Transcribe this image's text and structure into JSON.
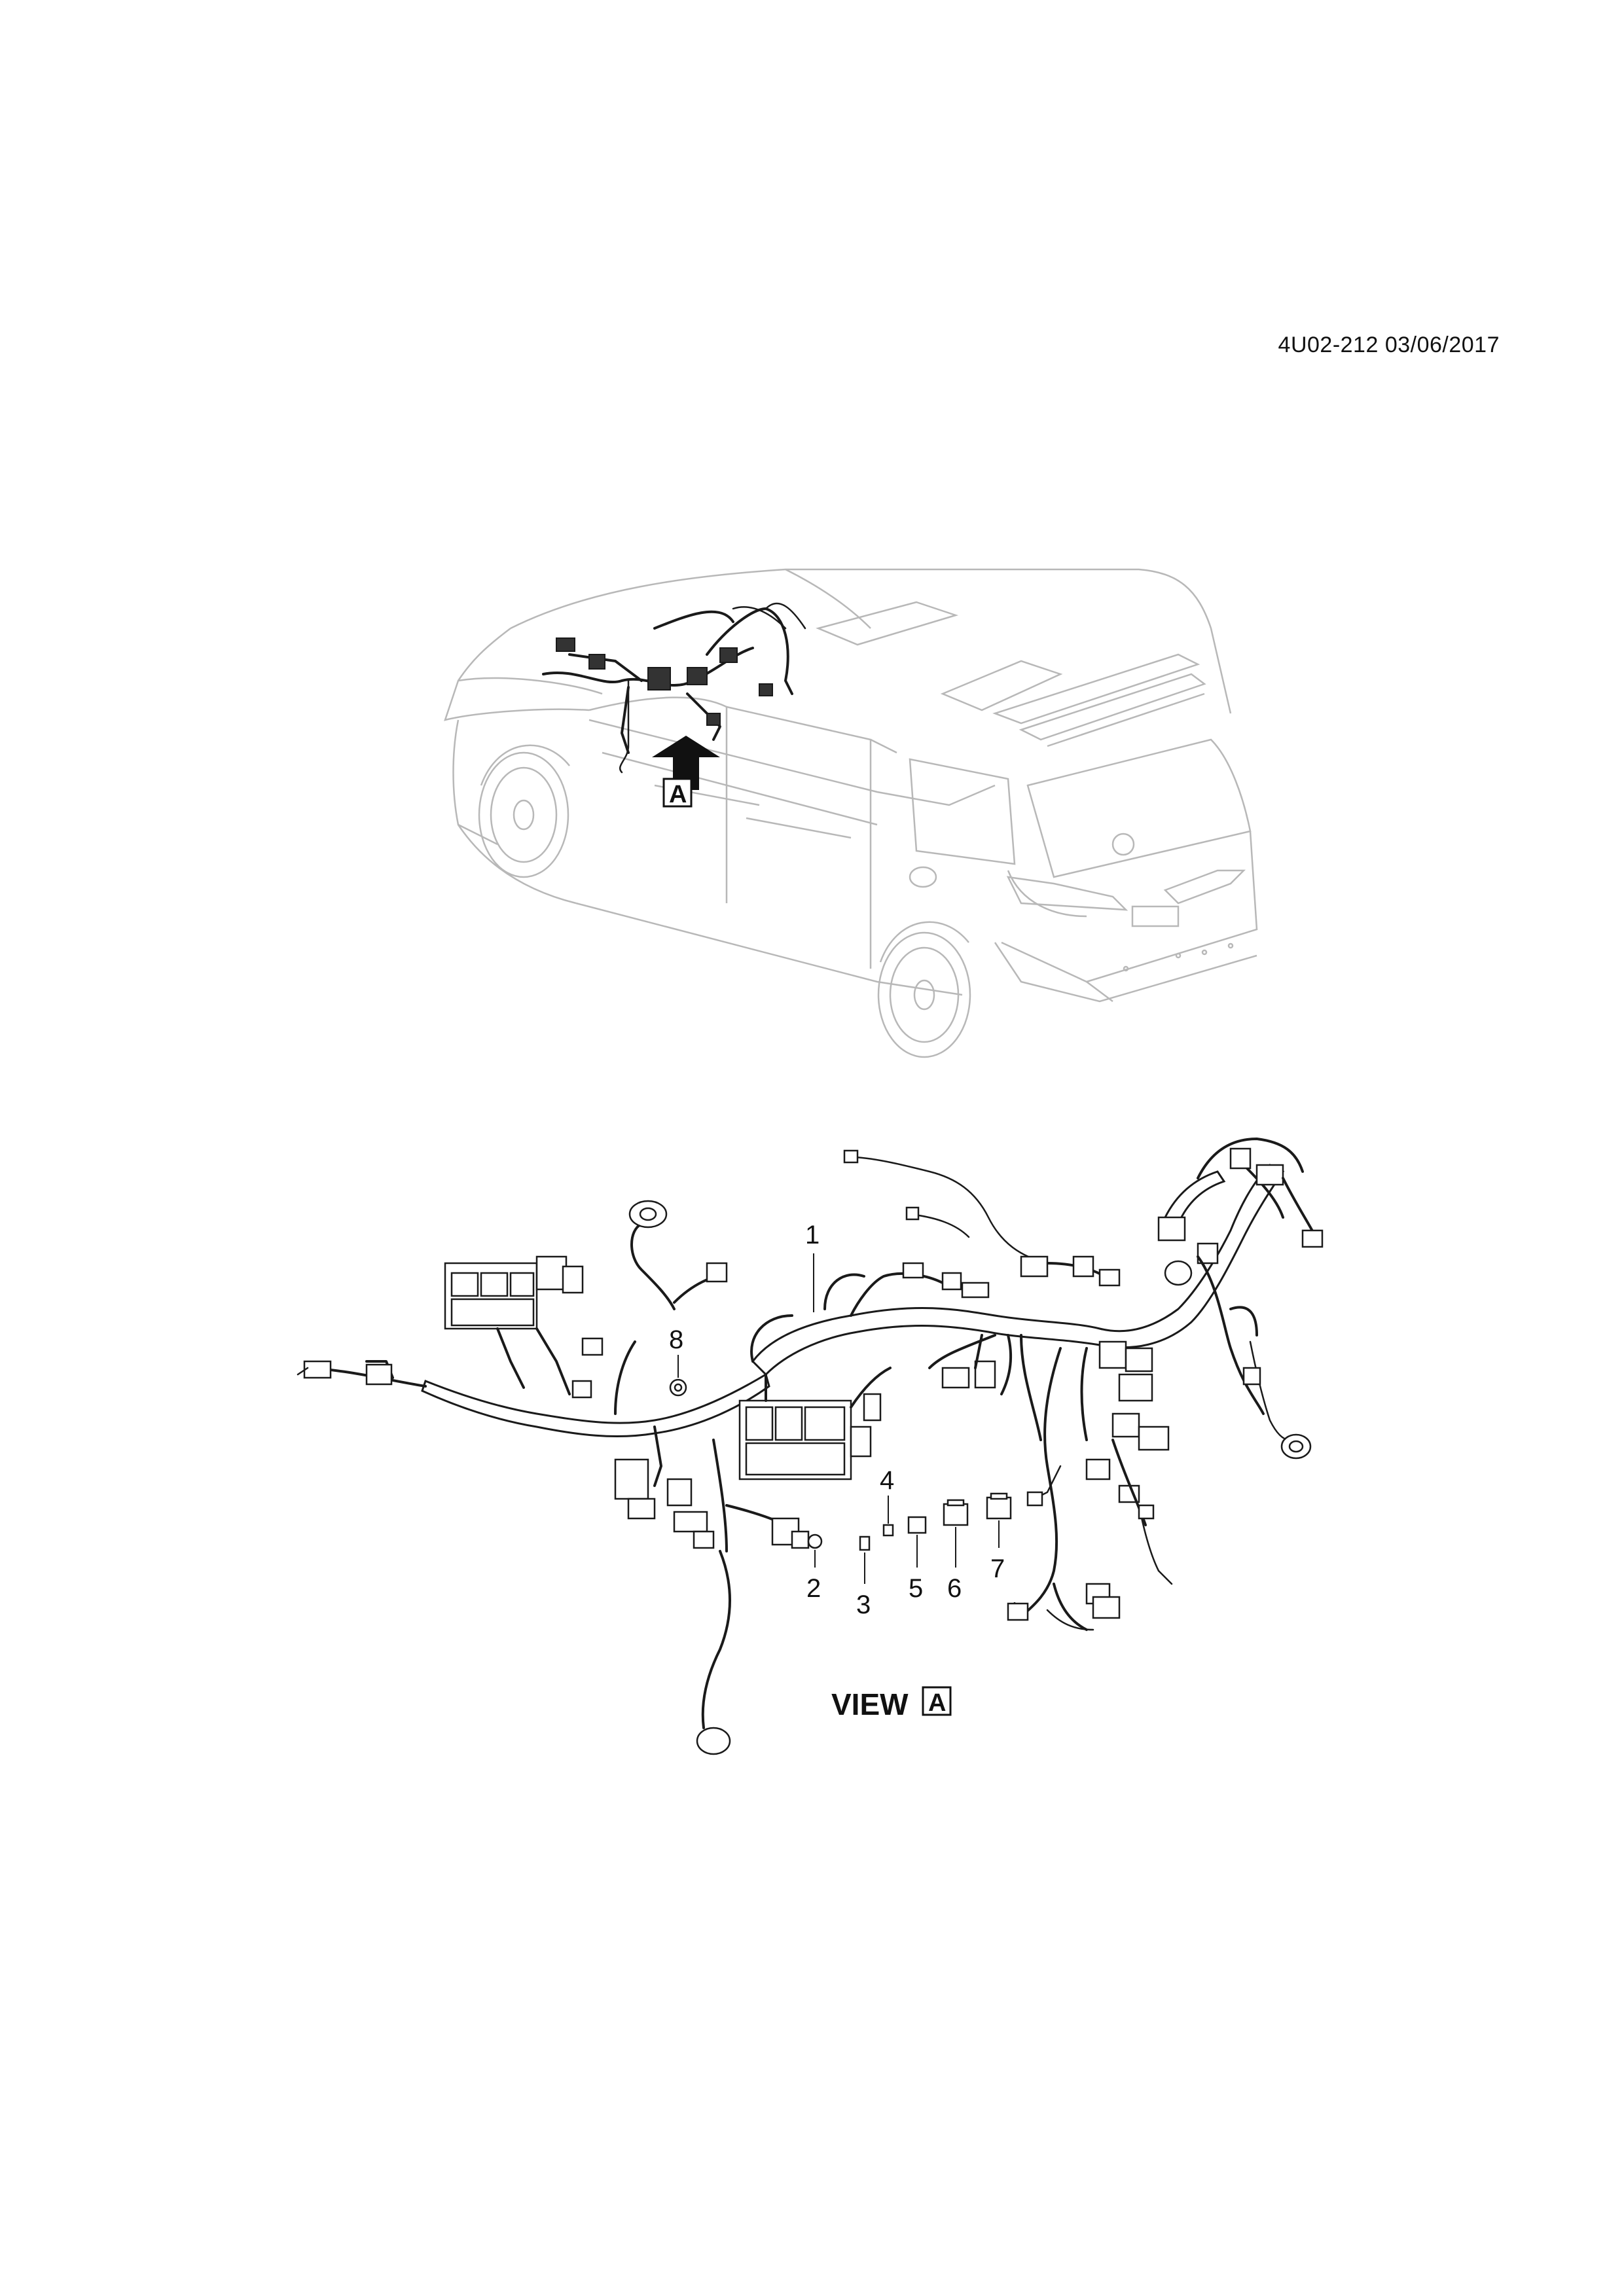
{
  "header": {
    "doc_id": "4U02-212 03/06/2017"
  },
  "vehicle_view": {
    "view_marker_letter": "A"
  },
  "callouts": [
    {
      "number": "1"
    },
    {
      "number": "2"
    },
    {
      "number": "3"
    },
    {
      "number": "4"
    },
    {
      "number": "5"
    },
    {
      "number": "6"
    },
    {
      "number": "7"
    },
    {
      "number": "8"
    }
  ],
  "view_caption": {
    "text": "VIEW",
    "letter": "A"
  }
}
